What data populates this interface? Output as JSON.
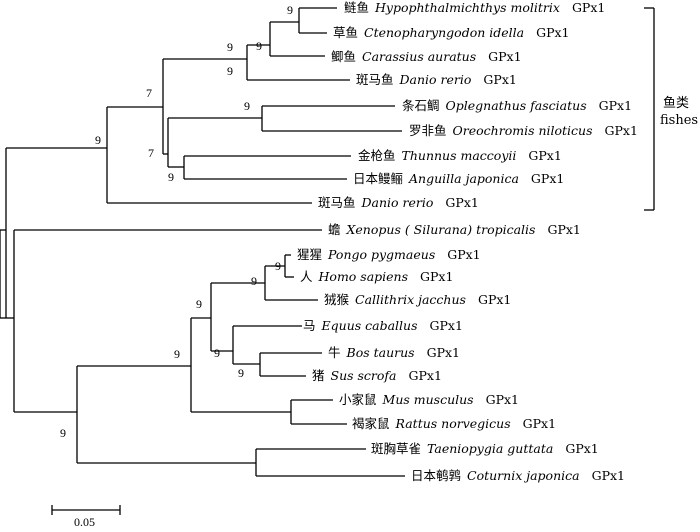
{
  "tree": {
    "leaves": [
      {
        "id": "L1",
        "cn": "鲢鱼",
        "sci": "Hypophthalmichthys molitrix",
        "gene": "GPx1"
      },
      {
        "id": "L2",
        "cn": "草鱼",
        "sci": "Ctenopharyngodon idella",
        "gene": "GPx1"
      },
      {
        "id": "L3",
        "cn": "鲫鱼",
        "sci": "Carassius auratus",
        "gene": "GPx1"
      },
      {
        "id": "L4",
        "cn": "斑马鱼",
        "sci": "Danio rerio",
        "gene": "GPx1"
      },
      {
        "id": "L5",
        "cn": "条石鲷",
        "sci": "Oplegnathus fasciatus",
        "gene": "GPx1"
      },
      {
        "id": "L6",
        "cn": "罗非鱼",
        "sci": "Oreochromis niloticus",
        "gene": "GPx1"
      },
      {
        "id": "L7",
        "cn": "金枪鱼",
        "sci": "Thunnus maccoyii",
        "gene": "GPx1"
      },
      {
        "id": "L8",
        "cn": "日本鳗鲡",
        "sci": "Anguilla japonica",
        "gene": "GPx1"
      },
      {
        "id": "L9",
        "cn": "斑马鱼",
        "sci": "Danio rerio",
        "gene": "GPx1"
      },
      {
        "id": "L10",
        "cn": "蟾",
        "sci": "Xenopus ( Silurana) tropicalis",
        "gene": "GPx1"
      },
      {
        "id": "L11",
        "cn": "猩猩",
        "sci": "Pongo pygmaeus",
        "gene": "GPx1"
      },
      {
        "id": "L12",
        "cn": "人",
        "sci": "Homo sapiens",
        "gene": "GPx1"
      },
      {
        "id": "L13",
        "cn": "狨猴",
        "sci": "Callithrix jacchus",
        "gene": "GPx1"
      },
      {
        "id": "L14",
        "cn": "马",
        "sci": "Equus caballus",
        "gene": "GPx1"
      },
      {
        "id": "L15",
        "cn": "牛",
        "sci": "Bos taurus",
        "gene": "GPx1"
      },
      {
        "id": "L16",
        "cn": "猪",
        "sci": "Sus scrofa",
        "gene": "GPx1"
      },
      {
        "id": "L17",
        "cn": "小家鼠",
        "sci": "Mus musculus",
        "gene": "GPx1"
      },
      {
        "id": "L18",
        "cn": "褐家鼠",
        "sci": "Rattus norvegicus",
        "gene": "GPx1"
      },
      {
        "id": "L19",
        "cn": "斑胸草雀",
        "sci": "Taeniopygia guttata",
        "gene": "GPx1"
      },
      {
        "id": "L20",
        "cn": "日本鹌鹑",
        "sci": "Coturnix japonica",
        "gene": "GPx1"
      }
    ],
    "bootstrap": [
      {
        "node": "N_L1_L2",
        "value": "9"
      },
      {
        "node": "N_L1_L3",
        "value": "9"
      },
      {
        "node": "N_L1_L4",
        "value": "9"
      },
      {
        "node": "N_fish_top",
        "value": "7"
      },
      {
        "node": "N_L5_L6",
        "value": "9"
      },
      {
        "node": "N_L5_L8",
        "value": "9"
      },
      {
        "node": "N_L7_L8",
        "value": "7"
      },
      {
        "node": "N_fish",
        "value": "9"
      },
      {
        "node": "N_L11_L12",
        "value": "9"
      },
      {
        "node": "N_primates",
        "value": "9"
      },
      {
        "node": "N_L15_L16",
        "value": "9"
      },
      {
        "node": "N_L14_L16",
        "value": "9"
      },
      {
        "node": "N_mammals",
        "value": "9"
      },
      {
        "node": "N_amniotes",
        "value": "9"
      },
      {
        "node": "N_birds",
        "value": "9"
      },
      {
        "node": "N_rodents",
        "value": "9"
      }
    ],
    "group_label": {
      "cn": "鱼类",
      "en": "fishes"
    },
    "scale_bar": {
      "label": "0.05"
    }
  }
}
